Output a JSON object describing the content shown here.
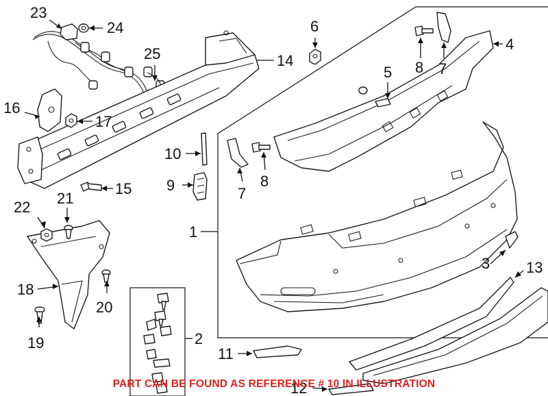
{
  "callouts": {
    "c1": "1",
    "c2": "2",
    "c3": "3",
    "c4": "4",
    "c5": "5",
    "c6": "6",
    "c7a": "7",
    "c7b": "7",
    "c8a": "8",
    "c8b": "8",
    "c9": "9",
    "c10": "10",
    "c11": "11",
    "c12": "12",
    "c13": "13",
    "c14": "14",
    "c15": "15",
    "c16": "16",
    "c17": "17",
    "c18": "18",
    "c19": "19",
    "c20": "20",
    "c21": "21",
    "c22": "22",
    "c23": "23",
    "c24": "24",
    "c25": "25"
  },
  "notice": {
    "text": "PART CAN BE FOUND AS REFERENCE # 10 IN ILLUSTRATION",
    "color": "#e0201b"
  },
  "colors": {
    "line": "#1a1a1a",
    "text": "#111111"
  }
}
